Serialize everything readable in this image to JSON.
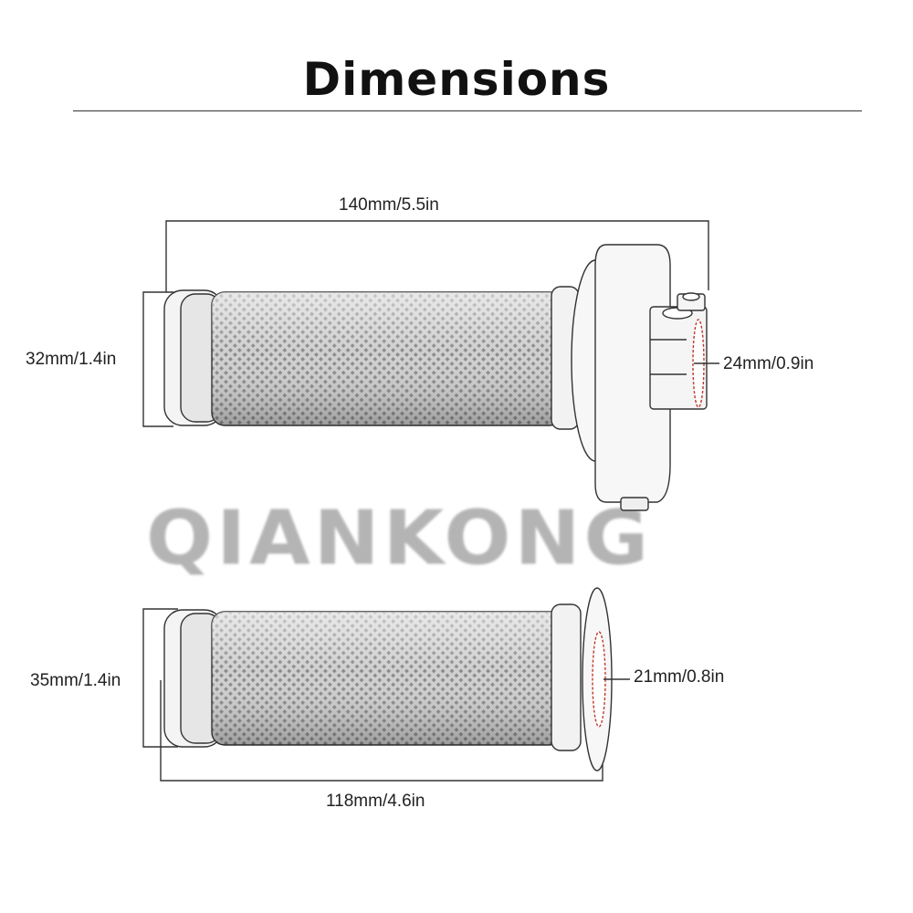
{
  "title": "Dimensions",
  "brand_watermark": "QIANKONG",
  "colors": {
    "line": "#333333",
    "grip_fill": "#bdbdbd",
    "bore_accent": "#c0392b"
  },
  "throttle_grip": {
    "length_label": "140mm/5.5in",
    "grip_diameter_label": "32mm/1.4in",
    "bore_label": "24mm/0.9in"
  },
  "plain_grip": {
    "length_label": "118mm/4.6in",
    "grip_diameter_label": "35mm/1.4in",
    "bore_label": "21mm/0.8in"
  }
}
